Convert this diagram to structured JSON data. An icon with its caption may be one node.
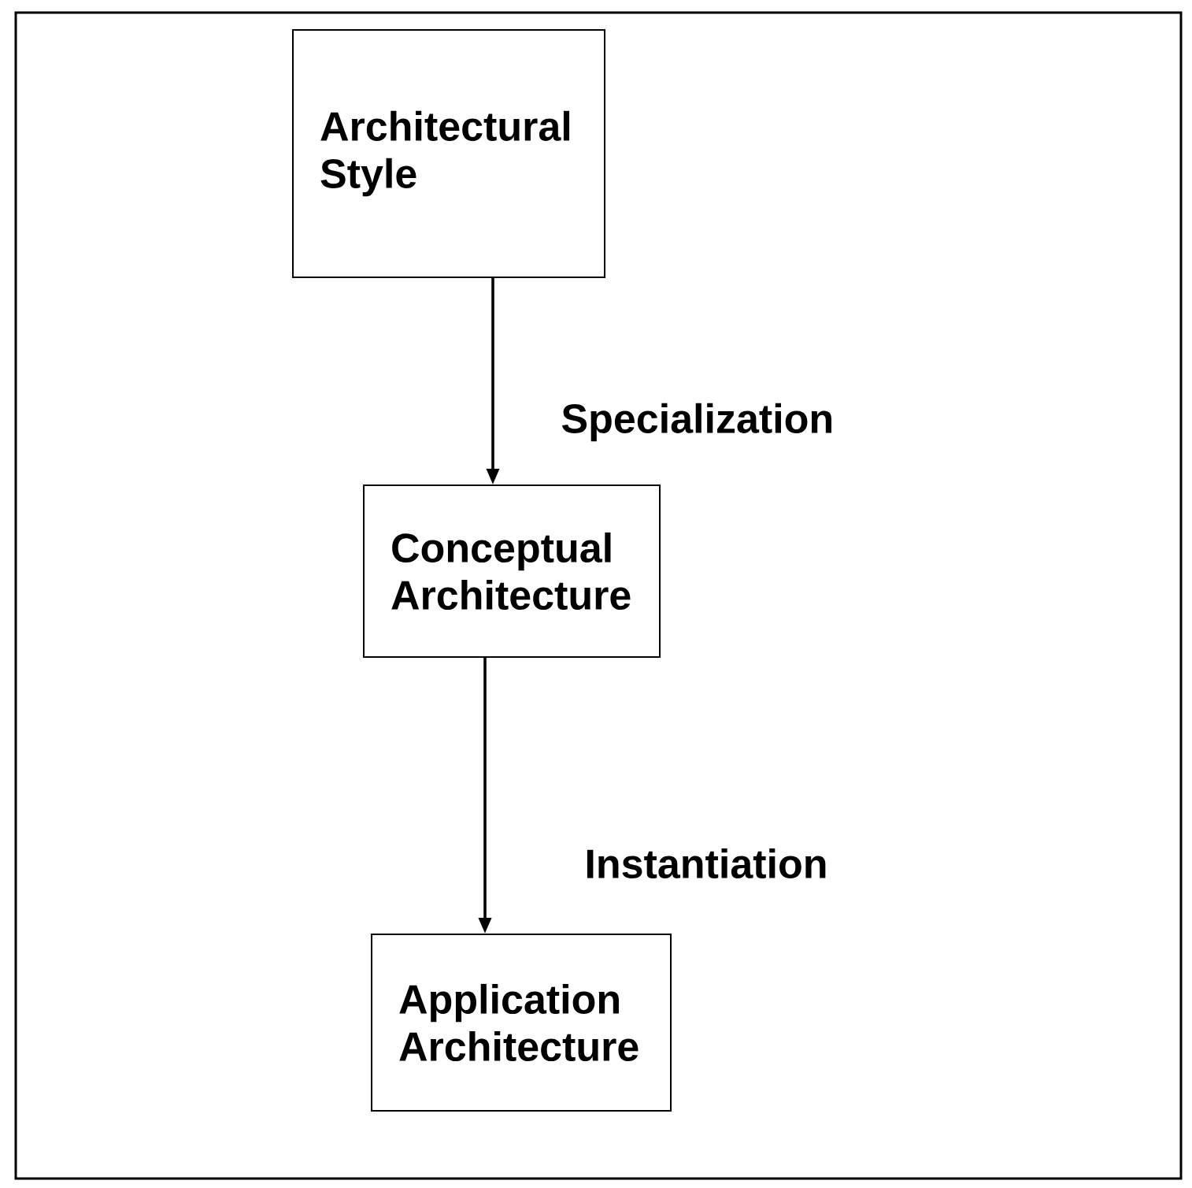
{
  "diagram": {
    "nodes": [
      {
        "text": [
          "Architectural Style"
        ]
      },
      {
        "text": [
          "Conceptual Architecture"
        ]
      },
      {
        "text": [
          "Application Architecture"
        ]
      }
    ],
    "edges": [
      {
        "from": 0,
        "to": 1,
        "arrow": "to",
        "label": "Specialization"
      },
      {
        "from": 1,
        "to": 2,
        "arrow": "to",
        "label": "Instantiation"
      }
    ]
  }
}
